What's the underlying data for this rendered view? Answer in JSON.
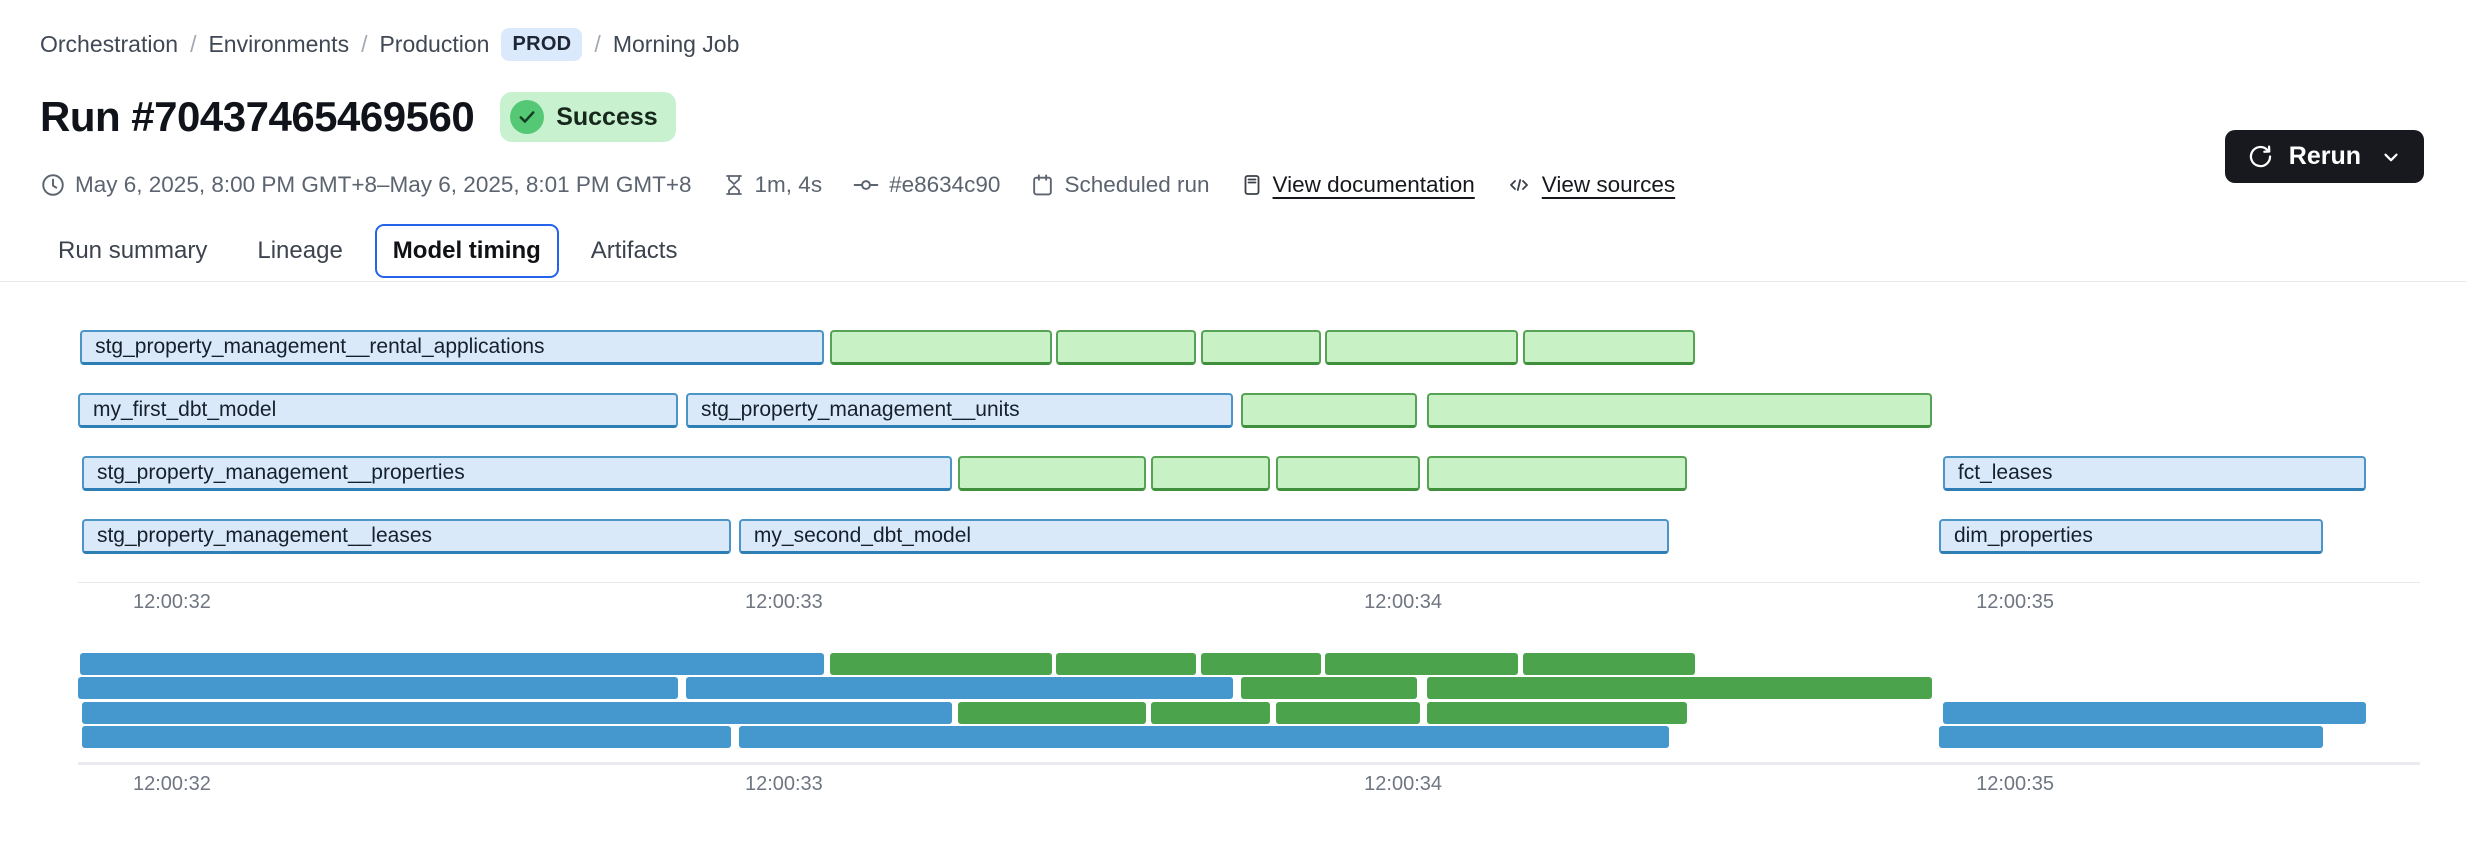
{
  "breadcrumb": {
    "separator": "/",
    "segments": [
      "Orchestration",
      "Environments",
      "Production",
      "Morning Job"
    ],
    "badge": "PROD"
  },
  "header": {
    "title": "Run #70437465469560",
    "status": "Success"
  },
  "actions": {
    "rerun_label": "Rerun"
  },
  "meta": {
    "time_range": "May 6, 2025, 8:00 PM GMT+8–May 6, 2025, 8:01 PM GMT+8",
    "duration": "1m, 4s",
    "commit": "#e8634c90",
    "trigger": "Scheduled run",
    "doc_link": "View documentation",
    "sources_link": "View sources"
  },
  "tabs": [
    {
      "label": "Run summary",
      "active": false
    },
    {
      "label": "Lineage",
      "active": false
    },
    {
      "label": "Model timing",
      "active": true
    },
    {
      "label": "Artifacts",
      "active": false
    }
  ],
  "colors": {
    "accent": "#2463eb",
    "pill_blue": "#dbe9fd",
    "success_bg": "#c7f1cf",
    "success_icon": "#55c876",
    "model_fill": "#d9e9f9",
    "model_border": "#4d94c7",
    "test_fill": "#c9f1c6",
    "test_border": "#57a355",
    "mini_blue": "#4598ce",
    "mini_green": "#4ba44b"
  },
  "chart_data": {
    "type": "gantt",
    "title": "Model timing",
    "x_ticks": [
      {
        "label": "12:00:32",
        "pos": 4.01
      },
      {
        "label": "12:00:33",
        "pos": 30.14
      },
      {
        "label": "12:00:34",
        "pos": 56.58
      },
      {
        "label": "12:00:35",
        "pos": 82.71
      }
    ],
    "rows": [
      {
        "bars": [
          {
            "label": "stg_property_management__rental_applications",
            "color": "blue",
            "left": 0.09,
            "width": 31.77
          },
          {
            "color": "green",
            "left": 32.11,
            "width": 9.48
          },
          {
            "color": "green",
            "left": 41.76,
            "width": 5.98
          },
          {
            "color": "green",
            "left": 47.95,
            "width": 5.12
          },
          {
            "color": "green",
            "left": 53.24,
            "width": 8.24
          },
          {
            "color": "green",
            "left": 61.7,
            "width": 7.34
          }
        ]
      },
      {
        "bars": [
          {
            "label": "my_first_dbt_model",
            "color": "blue",
            "left": 0.0,
            "width": 25.62
          },
          {
            "label": "stg_property_management__units",
            "color": "blue",
            "left": 25.96,
            "width": 23.36
          },
          {
            "color": "green",
            "left": 49.66,
            "width": 7.51
          },
          {
            "color": "green",
            "left": 57.6,
            "width": 21.56
          }
        ]
      },
      {
        "bars": [
          {
            "label": "stg_property_management__properties",
            "color": "blue",
            "left": 0.17,
            "width": 37.15
          },
          {
            "color": "green",
            "left": 37.57,
            "width": 8.03
          },
          {
            "color": "green",
            "left": 45.82,
            "width": 5.08
          },
          {
            "color": "green",
            "left": 51.15,
            "width": 6.15
          },
          {
            "color": "green",
            "left": 57.6,
            "width": 11.1
          },
          {
            "label": "fct_leases",
            "color": "blue",
            "left": 79.63,
            "width": 18.06
          }
        ]
      },
      {
        "bars": [
          {
            "label": "stg_property_management__leases",
            "color": "blue",
            "left": 0.17,
            "width": 27.71
          },
          {
            "label": "my_second_dbt_model",
            "color": "blue",
            "left": 28.22,
            "width": 39.71
          },
          {
            "label": "dim_properties",
            "color": "blue",
            "left": 79.46,
            "width": 16.4
          }
        ]
      }
    ]
  }
}
